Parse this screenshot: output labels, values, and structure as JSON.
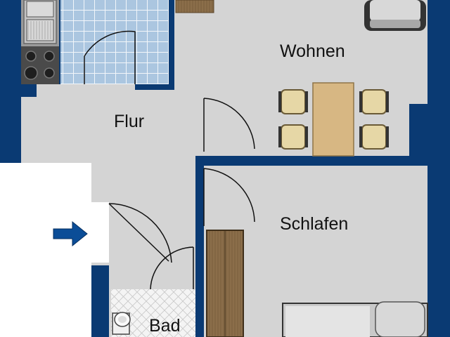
{
  "rooms": {
    "wohnen": "Wohnen",
    "flur": "Flur",
    "schlafen": "Schlafen",
    "bad": "Bad"
  },
  "colors": {
    "wall": "#0a3a73",
    "floor": "#d4d4d4",
    "outside": "#ffffff",
    "tile": "#abc6e0",
    "wood": "#8b6e4a",
    "table": "#d7b783",
    "arrow": "#0b4d97"
  },
  "icons": [
    "sink-icon",
    "stove-icon",
    "armchair-icon",
    "dining-table-icon",
    "chair-icon",
    "wardrobe-icon",
    "bed-icon",
    "toilet-icon",
    "entrance-arrow-icon"
  ]
}
